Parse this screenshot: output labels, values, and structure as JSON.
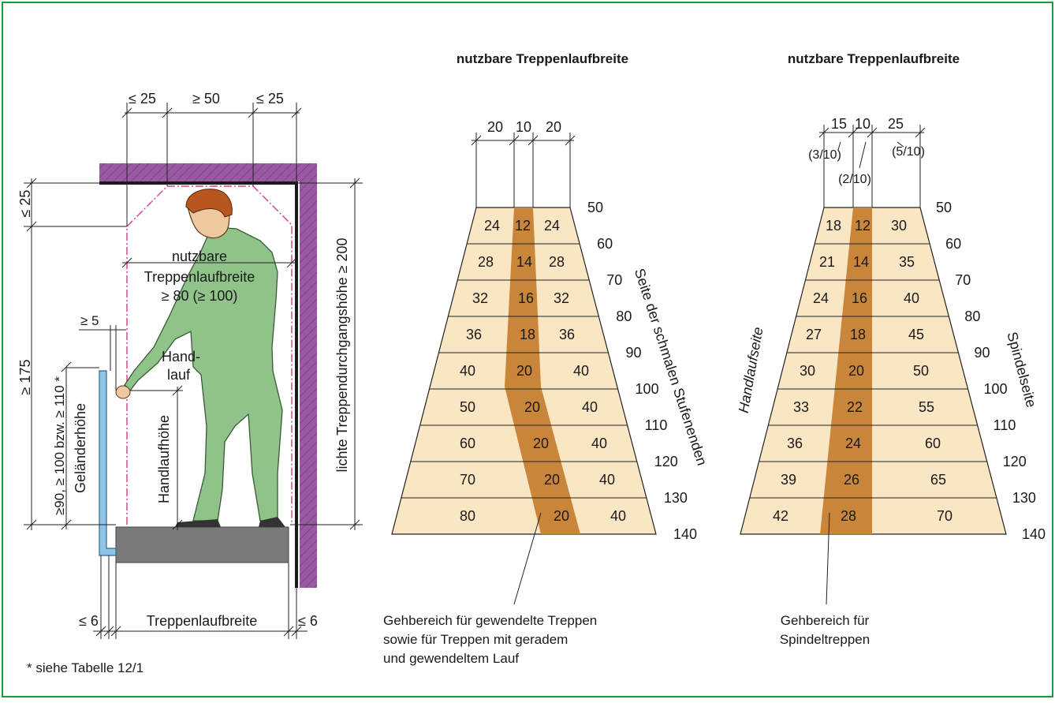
{
  "colors": {
    "frame": "#1a9a3a",
    "trapezoid_fill": "#fbe6c4",
    "walking_zone": "#c9853a",
    "wall": "#9a5aa3",
    "person": "#8fc389",
    "hair": "#b8561f",
    "stair": "#7a7a7a",
    "railing": "#8fc4e6",
    "clear_outline": "#d63a8a"
  },
  "footnote": "* siehe Tabelle 12/1",
  "left": {
    "top_dims": [
      "≤ 25",
      "≥ 50",
      "≤ 25"
    ],
    "left_dim_top": "≤ 25",
    "left_dim_175": "≥ 175",
    "left_dim_rail": "≥90, ≥ 100 bzw. ≥ 110 *",
    "gelaender": "Geländerhöhe",
    "ge5": "≥ 5",
    "handlauf_line1": "Hand-",
    "handlauf_line2": "lauf",
    "handlaufhoehe": "Handlaufhöhe",
    "usable_line1": "nutzbare",
    "usable_line2": "Treppenlaufbreite",
    "usable_line3": "≥ 80 (≥ 100)",
    "headroom": "lichte Treppendurchgangshöhe ≥ 200",
    "bottom_left": "≤ 6",
    "bottom_mid": "Treppenlaufbreite",
    "bottom_right": "≤ 6"
  },
  "mid": {
    "title": "nutzbare Treppenlaufbreite",
    "top_dims": [
      "20",
      "10",
      "20"
    ],
    "row_widths": [
      "50",
      "60",
      "70",
      "80",
      "90",
      "100",
      "110",
      "120",
      "130",
      "140"
    ],
    "rows": [
      [
        "24",
        "12",
        "24"
      ],
      [
        "28",
        "14",
        "28"
      ],
      [
        "32",
        "16",
        "32"
      ],
      [
        "36",
        "18",
        "36"
      ],
      [
        "40",
        "20",
        "40"
      ],
      [
        "50",
        "20",
        "40"
      ],
      [
        "60",
        "20",
        "40"
      ],
      [
        "70",
        "20",
        "40"
      ],
      [
        "80",
        "20",
        "40"
      ]
    ],
    "side_label": "Seite der schmalen Stufenenden",
    "caption_line1": "Gehbereich für gewendelte Treppen",
    "caption_line2": "sowie für Treppen mit geradem",
    "caption_line3": "und gewendeltem Lauf"
  },
  "right": {
    "title": "nutzbare Treppenlaufbreite",
    "top_dims": [
      "15",
      "10",
      "25"
    ],
    "frac_left": "(3/10)",
    "frac_mid": "(2/10)",
    "frac_right": "(5/10)",
    "row_widths": [
      "50",
      "60",
      "70",
      "80",
      "90",
      "100",
      "110",
      "120",
      "130",
      "140"
    ],
    "rows": [
      [
        "18",
        "12",
        "30"
      ],
      [
        "21",
        "14",
        "35"
      ],
      [
        "24",
        "16",
        "40"
      ],
      [
        "27",
        "18",
        "45"
      ],
      [
        "30",
        "20",
        "50"
      ],
      [
        "33",
        "22",
        "55"
      ],
      [
        "36",
        "24",
        "60"
      ],
      [
        "39",
        "26",
        "65"
      ],
      [
        "42",
        "28",
        "70"
      ]
    ],
    "left_side": "Handlaufseite",
    "right_side": "Spindelseite",
    "caption_line1": "Gehbereich für",
    "caption_line2": "Spindeltreppen"
  }
}
